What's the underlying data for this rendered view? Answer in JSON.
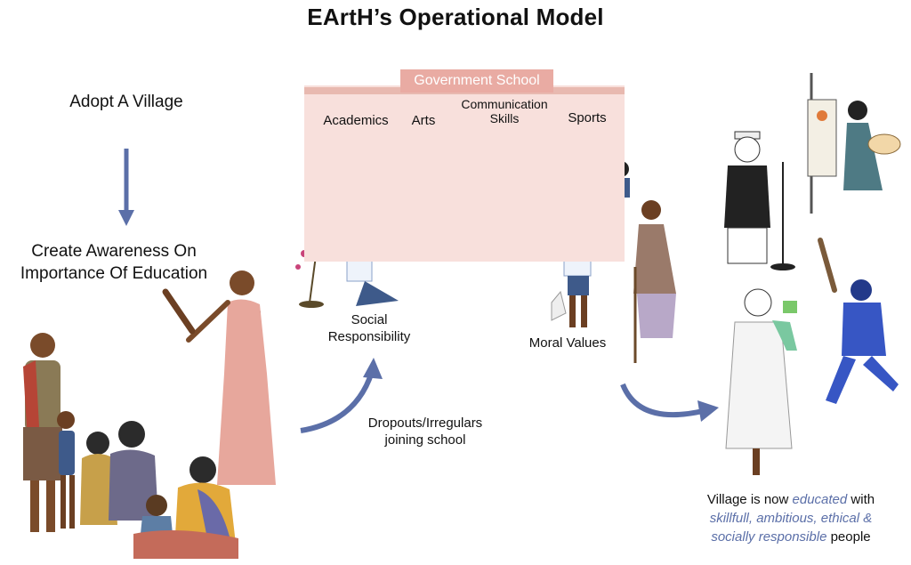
{
  "title": "EArtH’s Operational Model",
  "steps": {
    "adopt": "Adopt A Village",
    "awareness": "Create Awareness On Importance Of Education",
    "dropouts": "Dropouts/Irregulars joining school"
  },
  "school": {
    "banner": "Government School",
    "subjects": {
      "academics": "Academics",
      "arts": "Arts",
      "communication": "Communication Skills",
      "sports": "Sports",
      "social": "Social Responsibility",
      "moral": "Moral Values"
    }
  },
  "outcome": {
    "prefix": "Village is now ",
    "educated": "educated",
    "with": " with",
    "qualities": "skillfull, ambitious, ethical &",
    "socially": "socially responsible",
    "suffix": " people"
  },
  "colors": {
    "arrow": "#5b6fa8",
    "banner": "#e9aba3",
    "panel": "#f8e0dc",
    "highlight": "#5b6fa8"
  },
  "icons": [
    "down-arrow-icon",
    "curved-arrow-up-icon",
    "curved-arrow-right-icon"
  ]
}
